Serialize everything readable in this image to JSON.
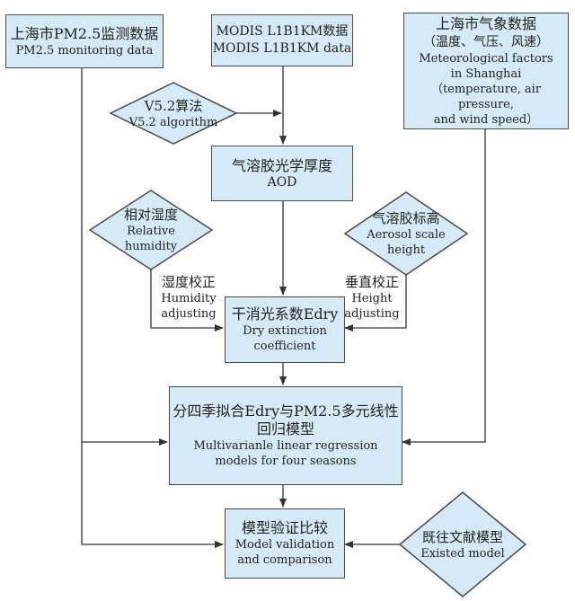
{
  "boxes": {
    "pm25": {
      "zh": "上海市PM2.5监测数据",
      "en": "PM2.5 monitoring data"
    },
    "modis": {
      "line1": "MODIS L1B1KM数据",
      "line2": "MODIS L1B1KM data"
    },
    "meteo": {
      "zh": "上海市气象数据",
      "zh2": "（温度、气压、风速）",
      "en1": "Meteorological factors",
      "en2": "in Shanghai",
      "en3": "（temperature, air pressure,",
      "en4": "and wind speed）"
    },
    "aod": {
      "zh": "气溶胶光学厚度",
      "en": "AOD"
    },
    "edry": {
      "zh": "干消光系数Edry",
      "en1": "Dry extinction",
      "en2": "coefficient"
    },
    "regression": {
      "zh1": "分四季拟合Edry与PM2.5多元线性",
      "zh2": "回归模型",
      "en1": "Multivarianle linear regression",
      "en2": "models for four seasons"
    },
    "validation": {
      "zh": "模型验证比较",
      "en1": "Model validation",
      "en2": "and comparison"
    }
  },
  "diamonds": {
    "v52": {
      "zh": "V5.2算法",
      "en": "V5.2 algorithm"
    },
    "humidity": {
      "zh": "相对湿度",
      "en1": "Relative",
      "en2": "humidity"
    },
    "scale": {
      "zh": "气溶胶标高",
      "en1": "Aerosol scale",
      "en2": "height"
    },
    "existed": {
      "zh": "既往文献模型",
      "en": "Existed model"
    }
  },
  "labels": {
    "humidity_adj": {
      "zh": "湿度校正",
      "en1": "Humidity",
      "en2": "adjusting"
    },
    "height_adj": {
      "zh": "垂直校正",
      "en1": "Height",
      "en2": "adjusting"
    }
  }
}
